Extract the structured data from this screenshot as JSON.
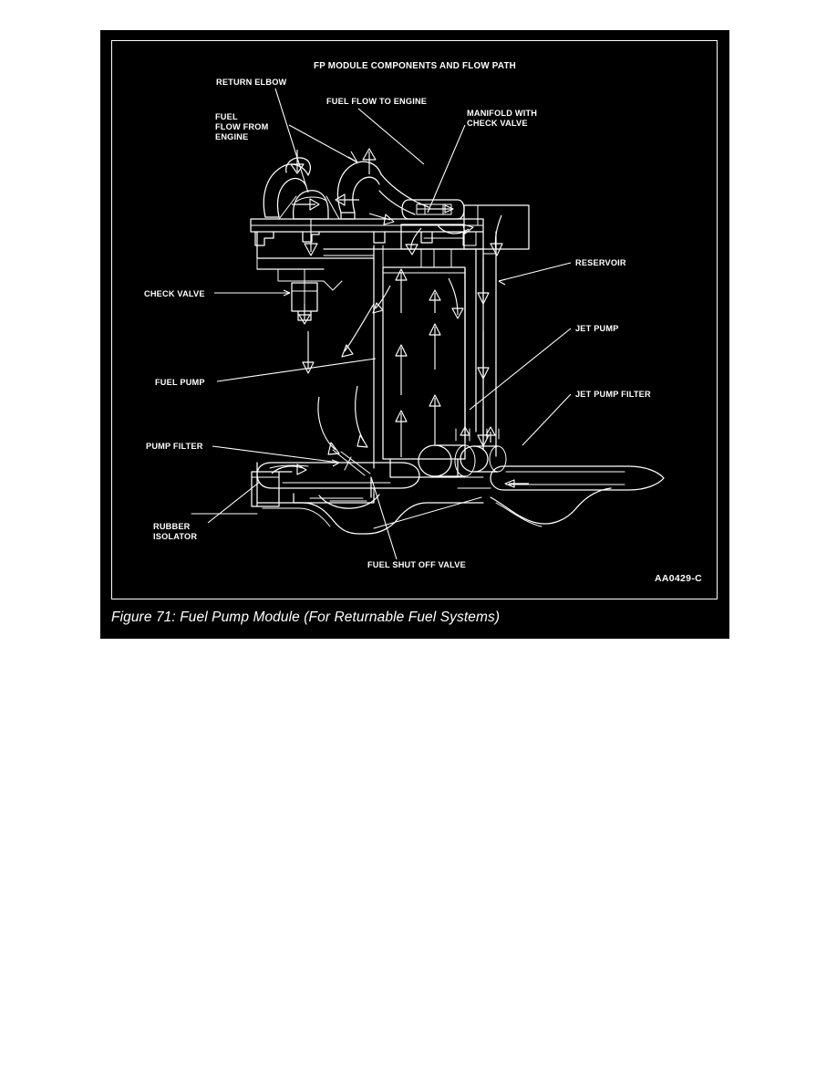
{
  "page": {
    "background_color": "#ffffff",
    "panel_color": "#000000",
    "ink_color": "#ffffff"
  },
  "figure": {
    "diagram_title": "FP MODULE COMPONENTS AND FLOW PATH",
    "drawing_code": "AA0429-C",
    "caption": "Figure 71: Fuel Pump Module (For Returnable Fuel Systems)"
  },
  "callouts": {
    "return_elbow": "RETURN ELBOW",
    "fuel_flow_to_engine": "FUEL FLOW TO ENGINE",
    "manifold_with_check_valve_line1": "MANIFOLD WITH",
    "manifold_with_check_valve_line2": "CHECK VALVE",
    "fuel_flow_from_engine_line1": "FUEL",
    "fuel_flow_from_engine_line2": "FLOW FROM",
    "fuel_flow_from_engine_line3": "ENGINE",
    "check_valve": "CHECK VALVE",
    "fuel_pump": "FUEL PUMP",
    "pump_filter": "PUMP FILTER",
    "rubber_isolator_line1": "RUBBER",
    "rubber_isolator_line2": "ISOLATOR",
    "fuel_shut_off_valve": "FUEL SHUT OFF VALVE",
    "reservoir": "RESERVOIR",
    "jet_pump": "JET PUMP",
    "jet_pump_filter": "JET PUMP FILTER"
  }
}
